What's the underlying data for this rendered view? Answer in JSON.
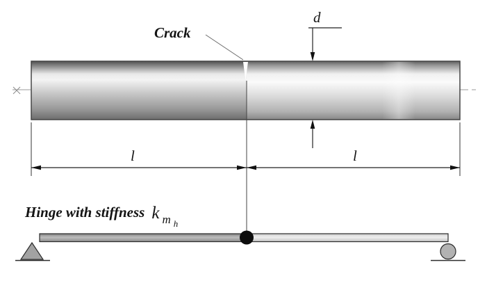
{
  "diagram": {
    "crack_label": "Crack",
    "depth_label": "d",
    "left_length_label": "l",
    "right_length_label": "l",
    "hinge_label_prefix": "Hinge with stiffness",
    "stiffness_symbol": "k",
    "stiffness_sub": "m",
    "stiffness_subsub": "h"
  },
  "colors": {
    "outline": "#3c3c3c",
    "dimension_line": "#222222",
    "centerline": "#9a9a9a",
    "hinge_fill": "#0d0d0d",
    "pin_support_fill": "#a2a2a2",
    "roller_support_fill": "#b2b2b2",
    "crack_fill": "#ffffff"
  }
}
